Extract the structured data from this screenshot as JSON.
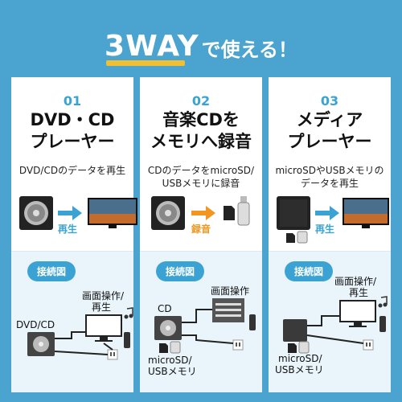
{
  "headline": {
    "part1": "3WAY",
    "part2": "で使える！"
  },
  "panels": [
    {
      "number": "01",
      "title_line1": "DVD・CD",
      "title_line2": "プレーヤー",
      "desc_line1": "DVD/CDのデータを再生",
      "desc_line2": "",
      "arrow_label": "再生",
      "arrow_color": "#3aa3d4",
      "pill": "接続図",
      "diagram": {
        "l1": "DVD/CD",
        "l2": "画面操作/",
        "l3": "再生"
      }
    },
    {
      "number": "02",
      "title_line1": "音楽CDを",
      "title_line2": "メモリへ録音",
      "desc_line1": "CDのデータをmicroSD/",
      "desc_line2": "USBメモリに録音",
      "arrow_label": "録音",
      "arrow_color": "#f3961f",
      "pill": "接続図",
      "diagram": {
        "l1": "画面操作",
        "l2": "CD",
        "l3": "microSD/",
        "l4": "USBメモリ"
      }
    },
    {
      "number": "03",
      "title_line1": "メディア",
      "title_line2": "プレーヤー",
      "desc_line1": "microSDやUSBメモリの",
      "desc_line2": "データを再生",
      "arrow_label": "再生",
      "arrow_color": "#3aa3d4",
      "pill": "接続図",
      "diagram": {
        "l1": "画面操作/",
        "l2": "再生",
        "l3": "microSD/",
        "l4": "USBメモリ"
      }
    }
  ],
  "colors": {
    "background": "#4ba3cf",
    "accent_blue": "#3aa3d4",
    "accent_orange": "#f3961f",
    "underline": "#f9c12a"
  }
}
